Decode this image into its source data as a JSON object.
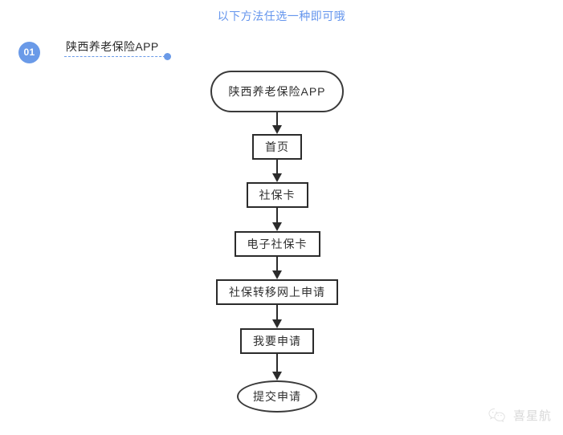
{
  "page": {
    "background_color": "#ffffff",
    "accent_color": "#6a9ae8",
    "header_text_color": "#6495ed",
    "node_border_color": "#2b2b2b"
  },
  "header": {
    "note": "以下方法任选一种即可哦"
  },
  "step": {
    "badge": "01",
    "label": "陕西养老保险APP"
  },
  "flow": {
    "nodes": [
      {
        "label": "陕西养老保险APP",
        "shape": "stadium"
      },
      {
        "label": "首页",
        "shape": "rect"
      },
      {
        "label": "社保卡",
        "shape": "rect"
      },
      {
        "label": "电子社保卡",
        "shape": "rect"
      },
      {
        "label": "社保转移网上申请",
        "shape": "rect"
      },
      {
        "label": "我要申请",
        "shape": "rect"
      },
      {
        "label": "提交申请",
        "shape": "ellipse"
      }
    ]
  },
  "watermark": {
    "icon": "wechat-icon",
    "text": "喜星航"
  }
}
